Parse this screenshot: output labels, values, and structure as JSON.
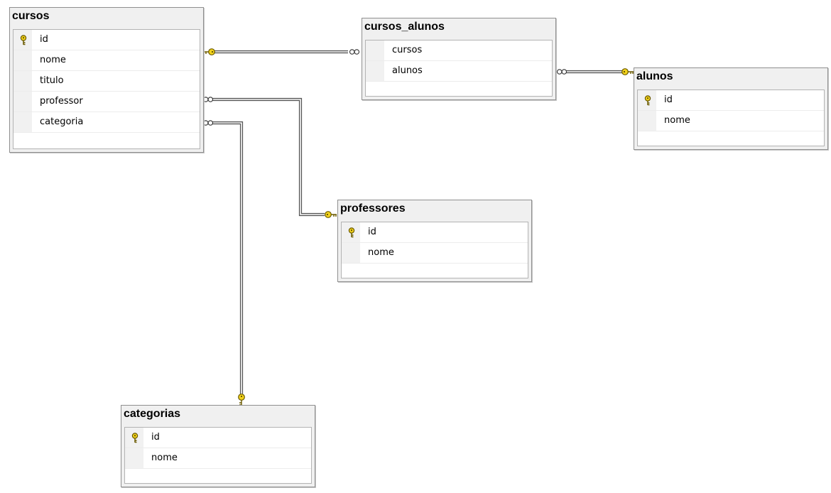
{
  "tables": {
    "cursos": {
      "title": "cursos",
      "columns": [
        {
          "name": "id",
          "key": true
        },
        {
          "name": "nome",
          "key": false
        },
        {
          "name": "titulo",
          "key": false
        },
        {
          "name": "professor",
          "key": false
        },
        {
          "name": "categoria",
          "key": false
        }
      ]
    },
    "cursos_alunos": {
      "title": "cursos_alunos",
      "columns": [
        {
          "name": "cursos",
          "key": false
        },
        {
          "name": "alunos",
          "key": false
        }
      ]
    },
    "alunos": {
      "title": "alunos",
      "columns": [
        {
          "name": "id",
          "key": true
        },
        {
          "name": "nome",
          "key": false
        }
      ]
    },
    "professores": {
      "title": "professores",
      "columns": [
        {
          "name": "id",
          "key": true
        },
        {
          "name": "nome",
          "key": false
        }
      ]
    },
    "categorias": {
      "title": "categorias",
      "columns": [
        {
          "name": "id",
          "key": true
        },
        {
          "name": "nome",
          "key": false
        }
      ]
    }
  },
  "relationships": [
    {
      "from": "cursos_alunos.cursos",
      "to": "cursos.id",
      "cardinality": "many-to-one"
    },
    {
      "from": "cursos_alunos.alunos",
      "to": "alunos.id",
      "cardinality": "many-to-one"
    },
    {
      "from": "cursos.professor",
      "to": "professores.id",
      "cardinality": "many-to-one"
    },
    {
      "from": "cursos.categoria",
      "to": "categorias.id",
      "cardinality": "many-to-one"
    }
  ],
  "colors": {
    "key": "#f2d21b",
    "key_outline": "#6b5a00",
    "line": "#5a5a5a",
    "header_bg": "#f0f0f0"
  }
}
